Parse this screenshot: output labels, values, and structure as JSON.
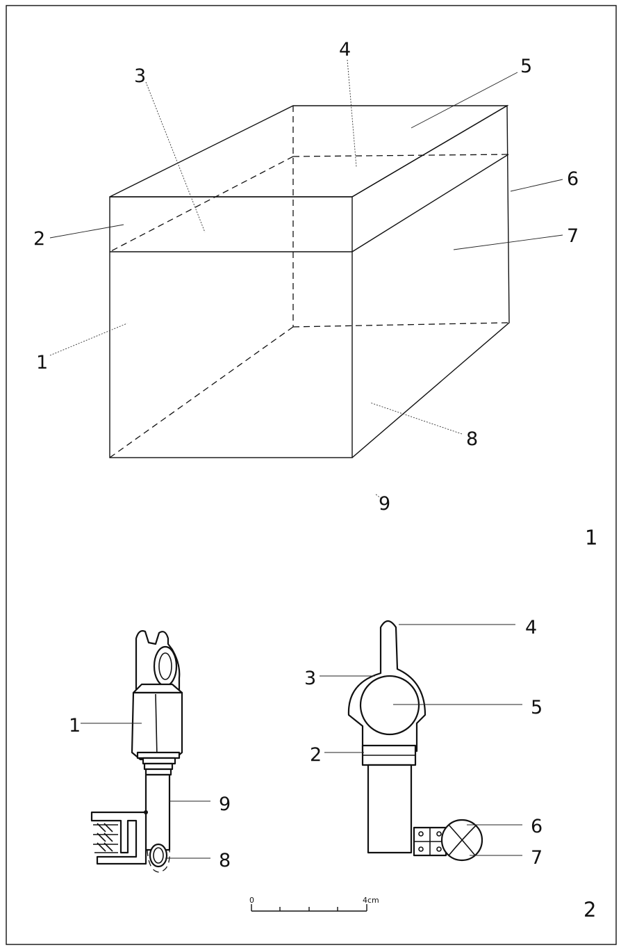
{
  "figure1": {
    "number": "1",
    "labels": [
      "1",
      "2",
      "3",
      "4",
      "5",
      "6",
      "7",
      "8",
      "9"
    ]
  },
  "figure2": {
    "number": "2",
    "left_key_labels": [
      "1",
      "9",
      "8"
    ],
    "right_key_labels": [
      "4",
      "3",
      "5",
      "2",
      "6",
      "7"
    ]
  },
  "scale_bar": {
    "start": "0",
    "end": "4cm"
  }
}
